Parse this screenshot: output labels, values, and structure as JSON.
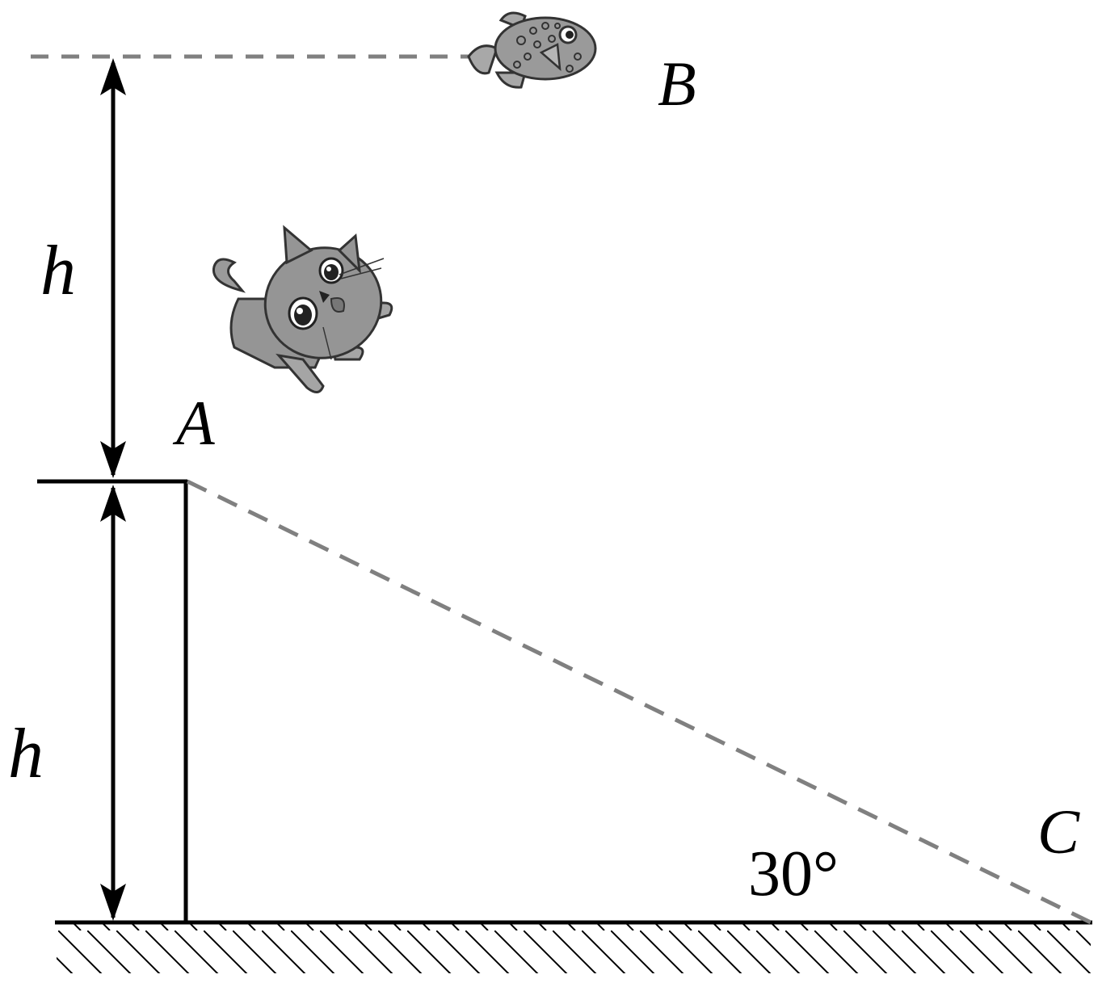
{
  "labels": {
    "point_a": "A",
    "point_b": "B",
    "point_c": "C",
    "height_upper": "h",
    "height_lower": "h",
    "angle": "30°"
  },
  "figures": {
    "top_figure": "fish",
    "middle_figure": "cat"
  },
  "colors": {
    "line": "#000000",
    "dashed": "#808080",
    "figure_fill": "#9a9a9a",
    "figure_stroke": "#3a3a3a"
  }
}
